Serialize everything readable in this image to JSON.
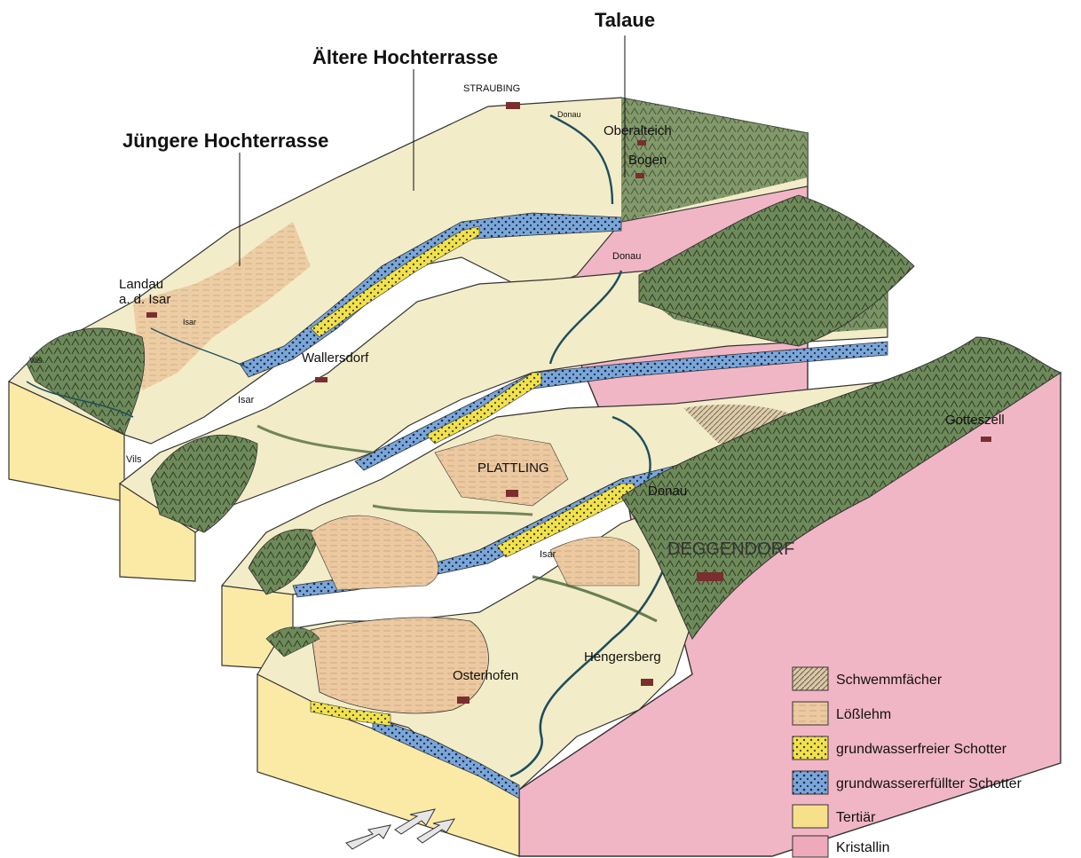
{
  "titles": {
    "talaue": "Talaue",
    "aeltere": "Ältere Hochterrasse",
    "juengere": "Jüngere Hochterrasse"
  },
  "places": {
    "straubing": "STRAUBING",
    "donau_top": "Donau",
    "oberalteich": "Oberalteich",
    "bogen": "Bogen",
    "donau_2": "Donau",
    "landau_1": "Landau",
    "landau_2": "a. d. Isar",
    "isar_1": "Isar",
    "vils_1": "Vils",
    "wallersdorf": "Wallersdorf",
    "isar_2": "Isar",
    "vils_2": "Vils",
    "plattling": "PLATTLING",
    "donau_3": "Donau",
    "deggendorf": "DEGGENDORF",
    "gotteszell": "Gotteszell",
    "isar_3": "Isar",
    "osterhofen": "Osterhofen",
    "hengersberg": "Hengersberg"
  },
  "legend": [
    {
      "label": "Schwemmfächer",
      "color": "#d9c9a8"
    },
    {
      "label": "Lößlehm",
      "color": "#e6b98a"
    },
    {
      "label": "grundwasserfreier Schotter",
      "color": "#f2e24a"
    },
    {
      "label": "grundwassererfüllter Schotter",
      "color": "#7aa6d9"
    },
    {
      "label": "Tertiär",
      "color": "#f7e08a"
    },
    {
      "label": "Kristallin",
      "color": "#eeaabb"
    }
  ],
  "colors": {
    "terrace_top": "#f3ecc8",
    "loess": "#ecc9a0",
    "tertiary": "#fbeaa6",
    "gravel_dry": "#f2e24a",
    "gravel_wet": "#7aa6d9",
    "crystalline": "#f1b6c6",
    "forest": "#5f7a4e",
    "river": "#1d4f5c"
  }
}
